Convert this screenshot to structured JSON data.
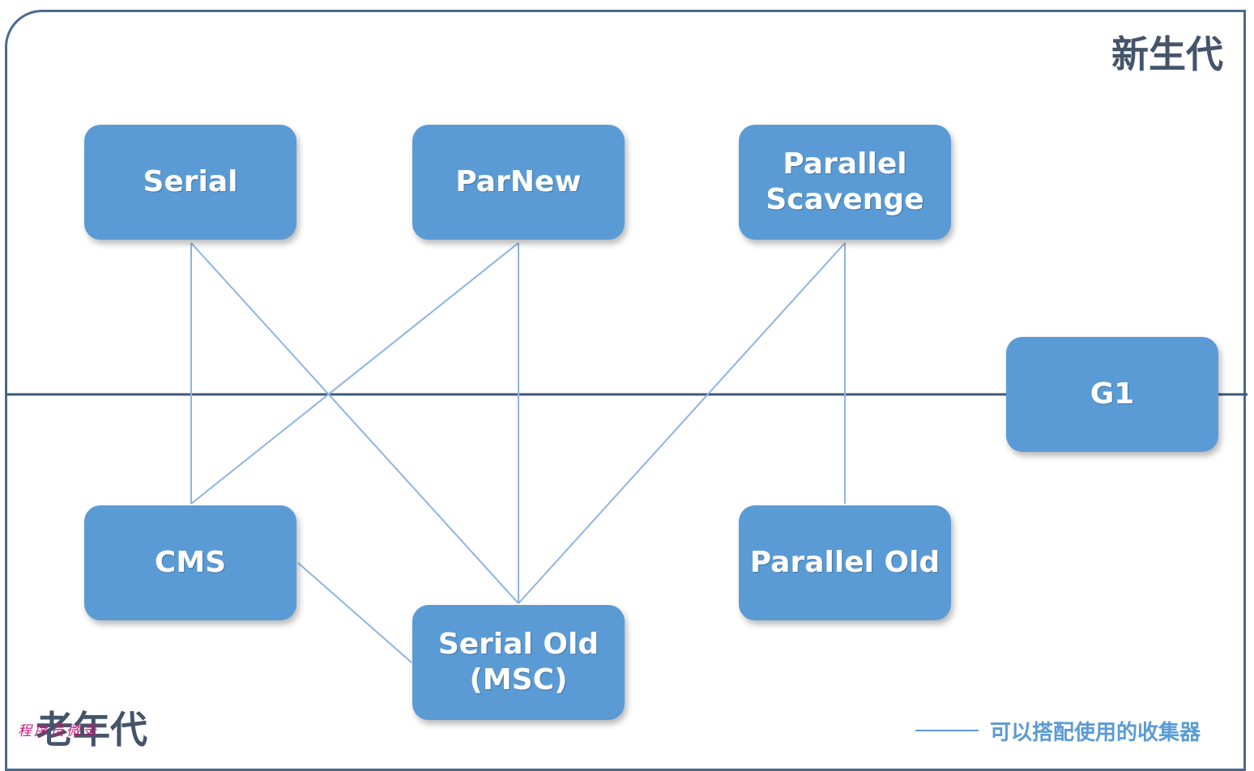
{
  "regions": {
    "young_label": "新生代",
    "old_label": "老年代"
  },
  "collectors": {
    "serial": "Serial",
    "parnew": "ParNew",
    "parallel_scavenge": "Parallel\nScavenge",
    "g1": "G1",
    "cms": "CMS",
    "serial_old": "Serial Old\n(MSC)",
    "parallel_old": "Parallel Old"
  },
  "links": [
    [
      "serial",
      "cms"
    ],
    [
      "serial",
      "serial_old"
    ],
    [
      "parnew",
      "cms"
    ],
    [
      "parnew",
      "serial_old"
    ],
    [
      "parallel_scavenge",
      "serial_old"
    ],
    [
      "parallel_scavenge",
      "parallel_old"
    ],
    [
      "cms",
      "serial_old"
    ]
  ],
  "legend": {
    "text": "可以搭配使用的收集器"
  },
  "watermark": "程序员微录",
  "colors": {
    "node_fill": "#5b9bd5",
    "link": "#8fb4e3",
    "divider": "#3d5a7a",
    "frame": "#4a6a8c"
  }
}
